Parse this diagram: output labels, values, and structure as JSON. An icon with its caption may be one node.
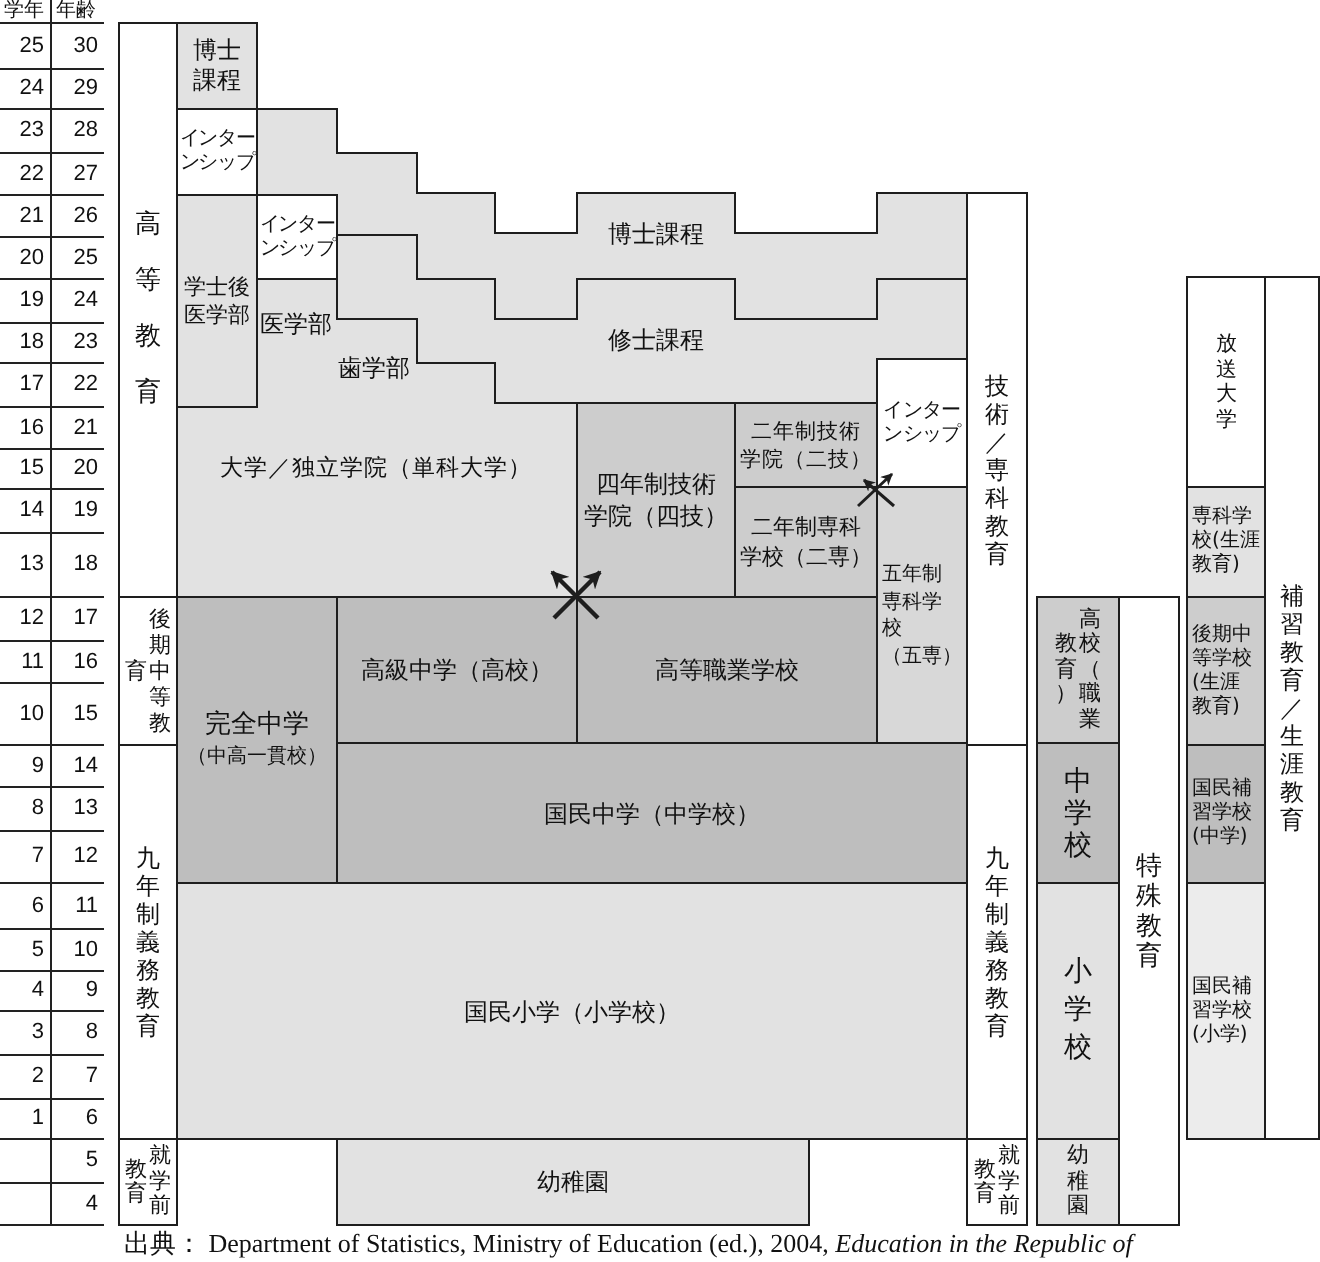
{
  "diagram": {
    "caption": "出典： Department of Statistics, Ministry of Education (ed.), 2004, *Education in the Republic of*",
    "nodes": [
      {
        "text": [
          "高等教育"
        ]
      },
      {
        "text": [
          "博士課程"
        ]
      },
      {
        "text": [
          "インターンシップ"
        ]
      },
      {
        "text": [
          "博士課程"
        ]
      },
      {
        "text": [
          "インターンシップ"
        ]
      },
      {
        "text": [
          "学士後医学部"
        ]
      },
      {
        "text": [
          "修士課程"
        ]
      },
      {
        "text": [
          "医学部",
          "歯学部",
          "大学／独立学院（単科大学）"
        ]
      },
      {
        "text": [
          "インターンシップ"
        ]
      },
      {
        "text": [
          "技術／専科教育"
        ]
      },
      {
        "text": [
          "四年制技術学院（四技）"
        ]
      },
      {
        "text": [
          "二年制技術学院（二技）"
        ]
      },
      {
        "text": [
          "二年制専科学校（二専）"
        ]
      },
      {
        "text": [
          "五年制専科学校（五専）"
        ]
      },
      {
        "text": [
          "放送大学"
        ]
      },
      {
        "text": [
          "補習教育／生涯教育"
        ]
      },
      {
        "text": [
          "専科学校(生涯教育)"
        ]
      },
      {
        "text": [
          "後期中等教育"
        ]
      },
      {
        "text": [
          "完全中学",
          "（中高一貫校）"
        ]
      },
      {
        "text": [
          "高級中学（高校）"
        ]
      },
      {
        "text": [
          "高等職業学校"
        ]
      },
      {
        "text": [
          "高校（職業教育）"
        ]
      },
      {
        "text": [
          "特殊教育"
        ]
      },
      {
        "text": [
          "後期中等学校(生涯教育)"
        ]
      },
      {
        "text": [
          "九年制義務教育"
        ]
      },
      {
        "text": [
          "国民中学（中学校）"
        ]
      },
      {
        "text": [
          "九年制義務教育"
        ]
      },
      {
        "text": [
          "中学校"
        ]
      },
      {
        "text": [
          "国民補習学校(中学)"
        ]
      },
      {
        "text": [
          "国民小学（小学校）"
        ]
      },
      {
        "text": [
          "小学校"
        ]
      },
      {
        "text": [
          "国民補習学校(小学)"
        ]
      },
      {
        "text": [
          "就学前教育"
        ]
      },
      {
        "text": [
          "幼稚園"
        ]
      },
      {
        "text": [
          "就学前教育"
        ]
      },
      {
        "text": [
          "幼稚園"
        ]
      }
    ],
    "edges": [
      {
        "from": 19,
        "to": 10,
        "arrow": "to"
      },
      {
        "from": 20,
        "to": 7,
        "arrow": "to"
      },
      {
        "from": 12,
        "to": 8,
        "arrow": "to"
      },
      {
        "from": 13,
        "to": 11,
        "arrow": "to"
      }
    ],
    "labels": [
      "学年",
      "年齢",
      "25",
      "30",
      "24",
      "29",
      "23",
      "28",
      "22",
      "27",
      "21",
      "26",
      "20",
      "25",
      "19",
      "24",
      "18",
      "23",
      "17",
      "22",
      "16",
      "21",
      "15",
      "20",
      "14",
      "19",
      "13",
      "18",
      "12",
      "17",
      "11",
      "16",
      "10",
      "15",
      "9",
      "14",
      "8",
      "13",
      "7",
      "12",
      "6",
      "11",
      "5",
      "10",
      "4",
      "9",
      "3",
      "8",
      "2",
      "7",
      "1",
      "6",
      "5",
      "4"
    ]
  }
}
